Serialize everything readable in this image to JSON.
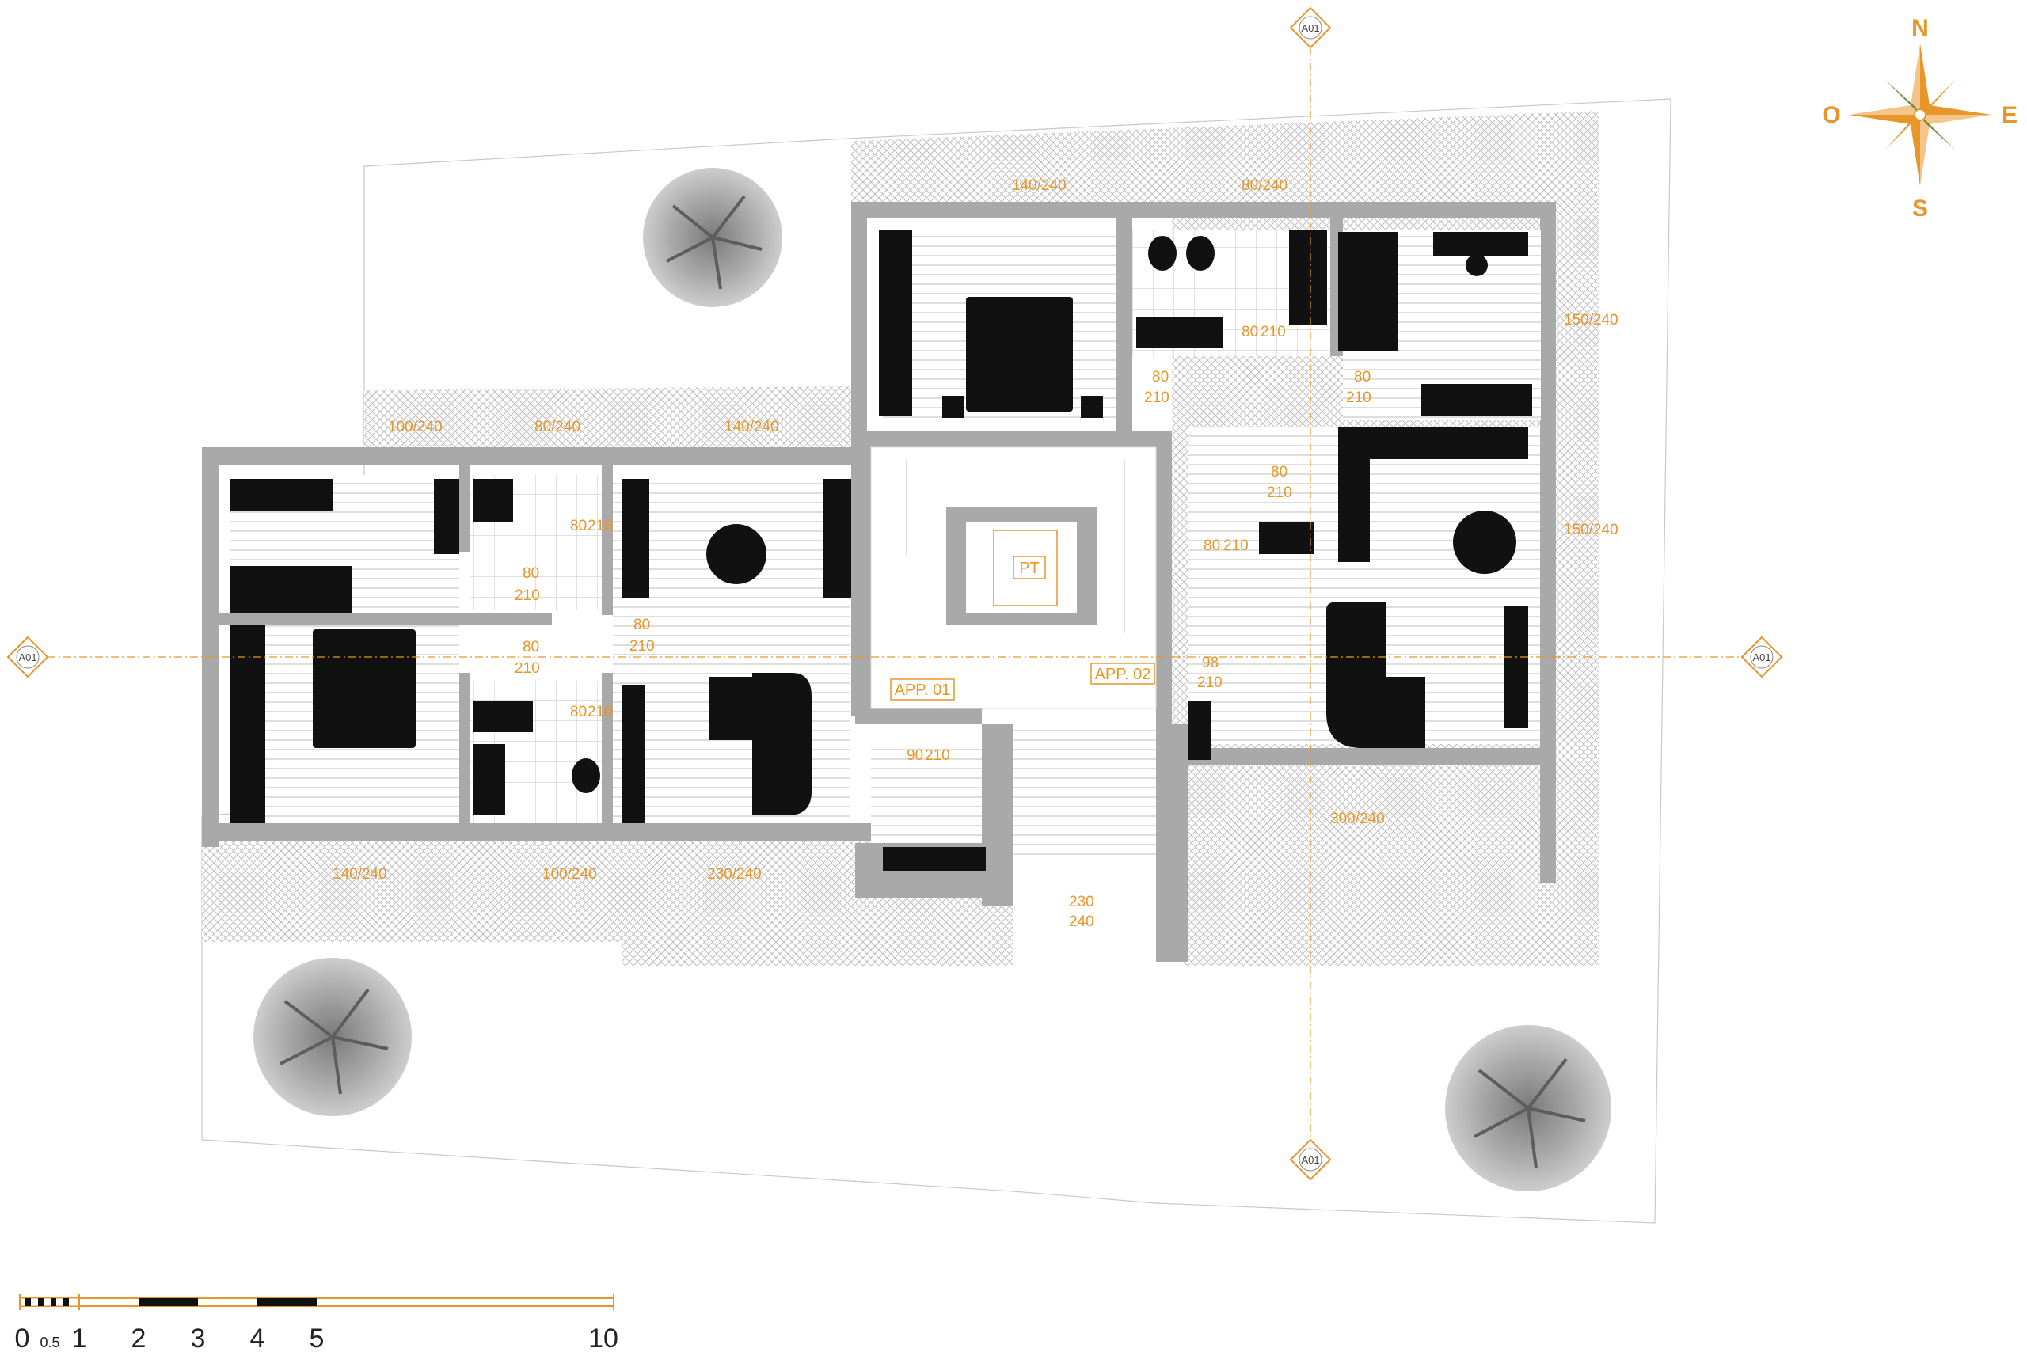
{
  "colors": {
    "accent": "#E8962A",
    "wall": "#a9a9a9",
    "furniture": "#111111",
    "floor_line": "#cfcfcf",
    "paving": "#bdbdbd"
  },
  "section_marks": {
    "top": "A01",
    "bottom": "A01",
    "left": "A01",
    "right": "A01"
  },
  "compass": {
    "n": "N",
    "s": "S",
    "e": "E",
    "o": "O"
  },
  "labels": {
    "app01": "APP. 01",
    "app02": "APP. 02",
    "pt": "PT"
  },
  "doors": {
    "d1_w": "80",
    "d1_h": "210",
    "d2_w": "80",
    "d2_h": "210",
    "d3_w": "80",
    "d3_h": "210",
    "d4_w": "80",
    "d4_h": "210",
    "d5_w": "80",
    "d5_h": "210",
    "d6_w": "80",
    "d6_h": "210",
    "d7_w": "80",
    "d7_h": "210",
    "d8_w": "80",
    "d8_h": "210",
    "d9_w": "80",
    "d9_h": "210",
    "d10_w": "80",
    "d10_h": "210",
    "d11_w": "90",
    "d11_h": "210",
    "d12_w": "98",
    "d12_h": "210"
  },
  "windows": {
    "w_top_left": "100/240",
    "w_top_mid": "80/240",
    "w_top_right": "140/240",
    "w_top2_left": "140/240",
    "w_top2_mid": "80/240",
    "w_right_1": "150/240",
    "w_right_2": "150/240",
    "w_bot_1": "140/240",
    "w_bot_2": "100/240",
    "w_bot_3": "230/240",
    "w_entrance_w": "230",
    "w_entrance_h": "240",
    "w_bot_right": "300/240"
  },
  "scale": {
    "ticks": [
      "0",
      "0.5",
      "1",
      "2",
      "3",
      "4",
      "5",
      "10"
    ]
  }
}
